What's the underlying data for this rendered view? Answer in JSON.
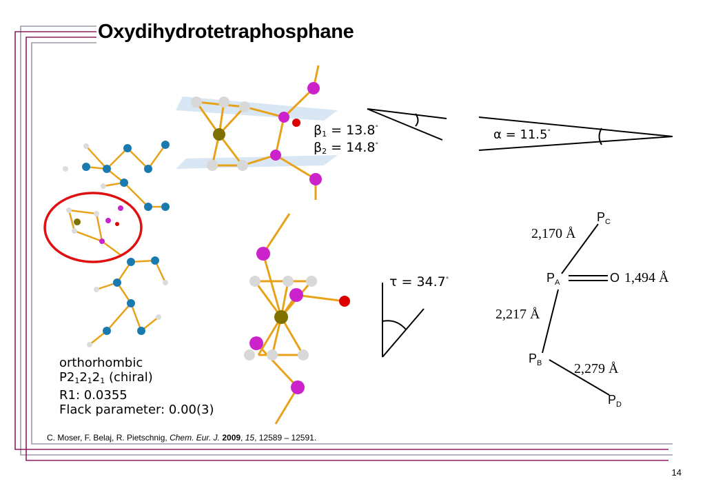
{
  "title": "Oxydihydrotetraphosphane",
  "angles": {
    "beta1_symbol": "β",
    "beta1_sub": "1",
    "beta1_value": " = 13.8",
    "beta2_symbol": "β",
    "beta2_sub": "2",
    "beta2_value": " = 14.8",
    "alpha": "α = 11.5",
    "tau": "τ = 34.7",
    "degree": "°"
  },
  "crystal": {
    "system": "orthorhombic",
    "space_group_prefix": "P2",
    "space_group_sub": "1",
    "space_group_mid1": "2",
    "space_group_mid2": "2",
    "space_group_suffix": " (chiral)",
    "r1": "R1: 0.0355",
    "flack": "Flack parameter: 0.00(3)"
  },
  "diagram": {
    "pc_main": "P",
    "pc_sub": "C",
    "pa_main": "P",
    "pa_sub": "A",
    "pb_main": "P",
    "pb_sub": "B",
    "pd_main": "P",
    "pd_sub": "D",
    "o": "O",
    "d_pc": "2,170 Å",
    "d_o": "1,494 Å",
    "d_pb": "2,217 Å",
    "d_pd": "2,279 Å"
  },
  "citation": {
    "authors": "C. Moser, F. Belaj, R. Pietschnig, ",
    "journal": "Chem. Eur. J.",
    "year": "2009",
    "volume": "15",
    "pages": ", 12589 – 12591."
  },
  "page_number": "14",
  "colors": {
    "frame_gray": "#9a9aa8",
    "frame_purple": "#8e1a5e",
    "bond": "#e8a21a",
    "phosphorus": "#cc22cc",
    "oxygen": "#dd0000",
    "iron": "#807000",
    "carbon": "#d8d8d8",
    "silicon": "#1a7ab0",
    "circle": "#e01010"
  }
}
